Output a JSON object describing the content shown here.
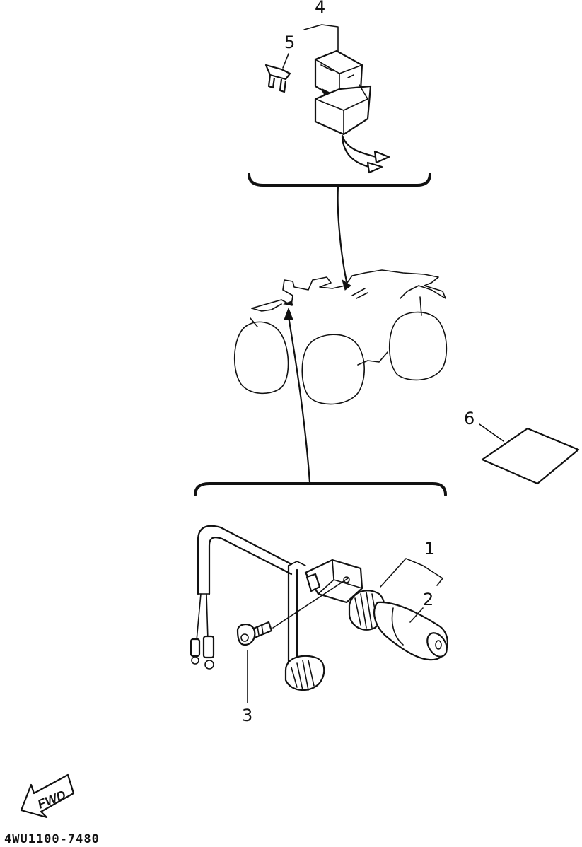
{
  "diagram": {
    "callouts": [
      {
        "id": "1",
        "label": "1"
      },
      {
        "id": "2",
        "label": "2"
      },
      {
        "id": "3",
        "label": "3"
      },
      {
        "id": "4",
        "label": "4"
      },
      {
        "id": "5",
        "label": "5"
      },
      {
        "id": "6",
        "label": "6"
      }
    ],
    "fwd_label": "FWD",
    "part_number": "4WU1100-7480"
  }
}
